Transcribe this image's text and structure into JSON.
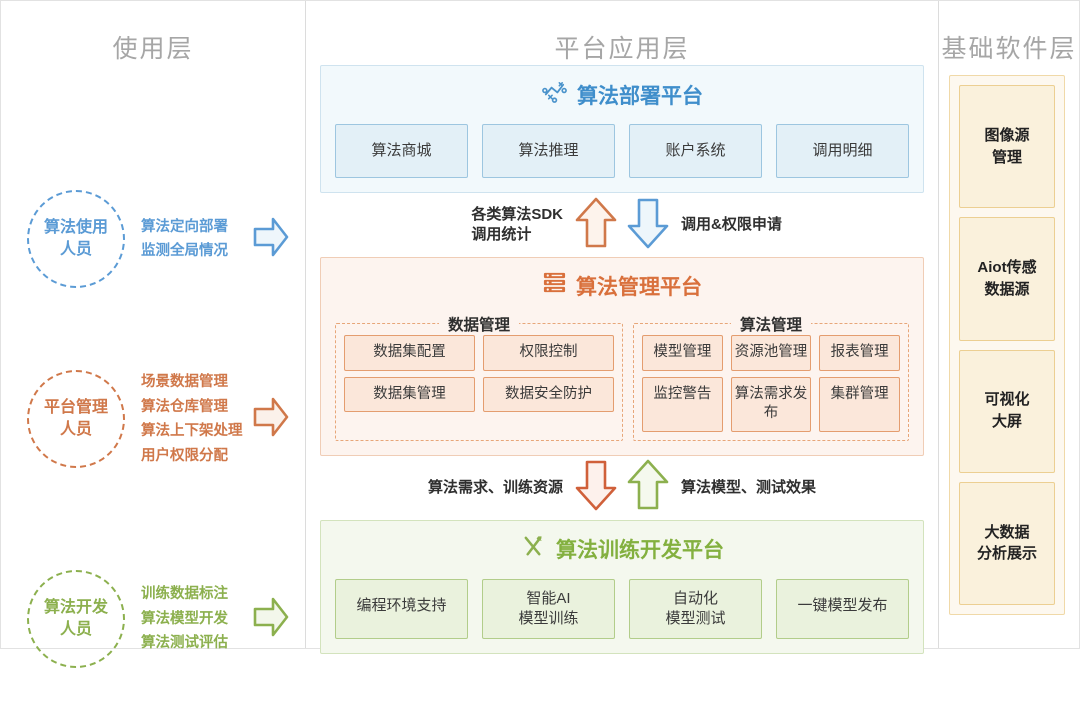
{
  "columns": {
    "users_title": "使用层",
    "platform_title": "平台应用层",
    "infra_title": "基础软件层"
  },
  "roles": [
    {
      "name": "算法使用\n人员",
      "color": "#5b9bd5",
      "tasks": [
        "算法定向部署",
        "监测全局情况"
      ]
    },
    {
      "name": "平台管理\n人员",
      "color": "#d0784a",
      "tasks": [
        "场景数据管理",
        "算法仓库管理",
        "算法上下架处理",
        "用户权限分配"
      ]
    },
    {
      "name": "算法开发\n人员",
      "color": "#8cb04e",
      "tasks": [
        "训练数据标注",
        "算法模型开发",
        "算法测试评估"
      ]
    }
  ],
  "deploy_platform": {
    "title": "算法部署平台",
    "icon": "strategy-nodes-icon",
    "color": "#3f8ecb",
    "items": [
      "算法商城",
      "算法推理",
      "账户系统",
      "调用明细"
    ]
  },
  "band_top": {
    "up_label": "各类算法SDK\n调用统计",
    "up_arrow_color": "#d0784a",
    "down_label": "调用&权限申请",
    "down_arrow_color": "#5b9bd5"
  },
  "manage_platform": {
    "title": "算法管理平台",
    "icon": "server-rack-icon",
    "color": "#d9703c",
    "groups": [
      {
        "label": "数据管理",
        "rows": [
          [
            "数据集配置",
            "权限控制"
          ],
          [
            "数据集管理",
            "数据安全防护"
          ]
        ]
      },
      {
        "label": "算法管理",
        "rows": [
          [
            "模型管理",
            "资源池管理",
            "报表管理"
          ],
          [
            "监控警告",
            "算法需求发布",
            "集群管理"
          ]
        ]
      }
    ]
  },
  "band_bottom": {
    "down_label": "算法需求、训练资源",
    "down_arrow_color": "#d0603a",
    "up_label": "算法模型、测试效果",
    "up_arrow_color": "#8cb04e"
  },
  "train_platform": {
    "title": "算法训练开发平台",
    "icon": "tools-icon",
    "color": "#83b03f",
    "items": [
      "编程环境支持",
      "智能AI\n模型训练",
      "自动化\n模型测试",
      "一键模型发布"
    ]
  },
  "infra": {
    "items": [
      "图像源\n管理",
      "Aiot传感\n数据源",
      "可视化\n大屏",
      "大数据\n分析展示"
    ]
  }
}
